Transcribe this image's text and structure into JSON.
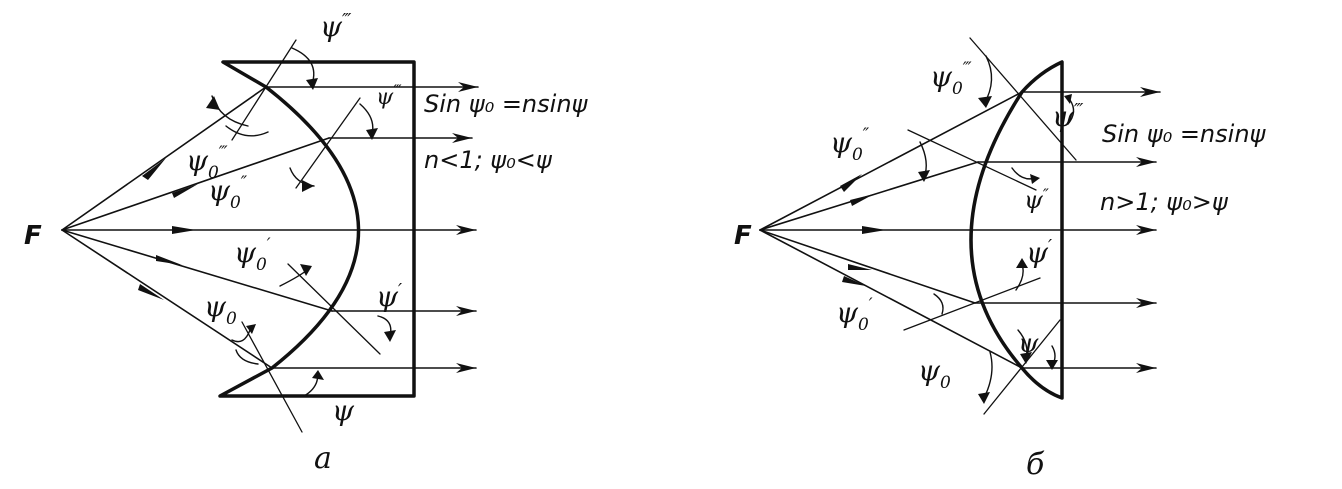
{
  "colors": {
    "ink": "#111111",
    "background": "#ffffff"
  },
  "left": {
    "focus": "F",
    "psi_symbol": "ψ",
    "psi0_base": "ψ",
    "psi0_sub": "0",
    "primes": {
      "p1": "′",
      "p2": "″",
      "p3": "‴"
    },
    "formula": "Sin ψ₀ =nsinψ",
    "condition": "n<1; ψ₀<ψ",
    "caption": "а"
  },
  "right": {
    "focus": "F",
    "formula": "Sin ψ₀ =nsinψ",
    "condition": "n>1; ψ₀>ψ",
    "caption": "б"
  }
}
